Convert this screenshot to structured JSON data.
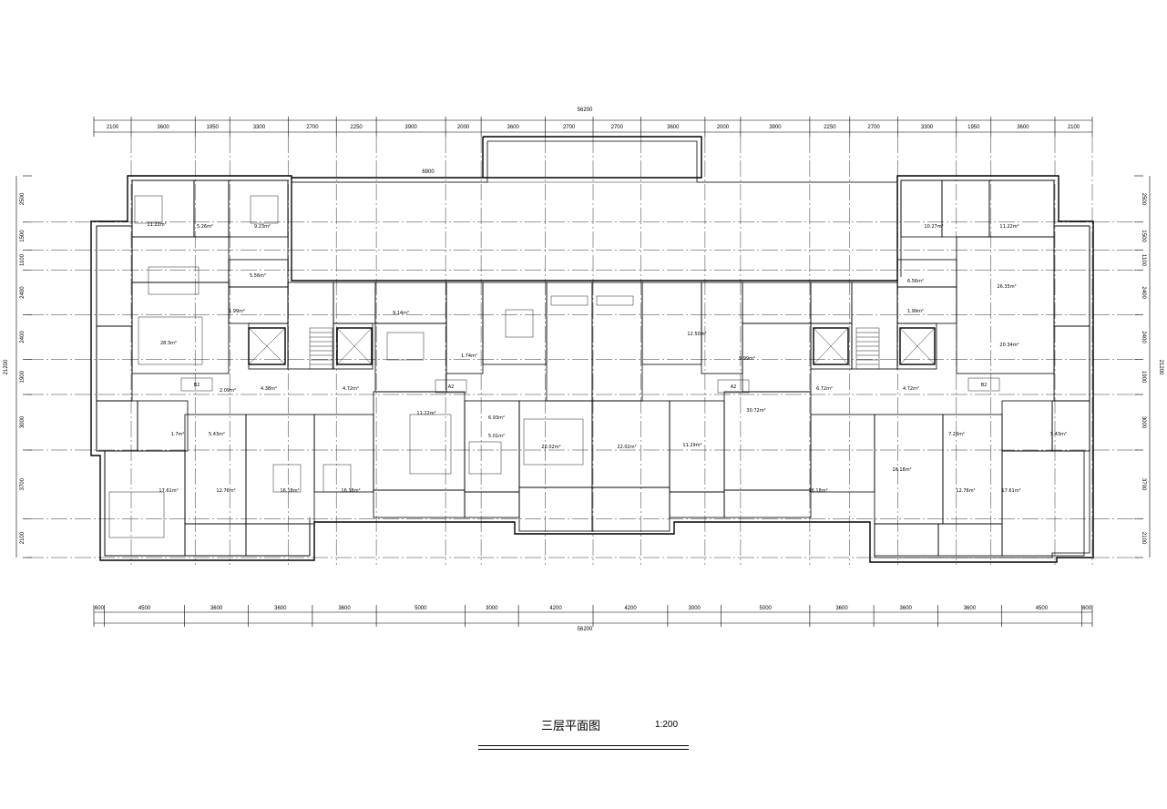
{
  "drawing": {
    "title": "三层平面图",
    "scale": "1:200"
  },
  "dimensions": {
    "overall_top": "56200",
    "overall_bottom": "56200",
    "overall_left": "21200",
    "overall_right": "21200",
    "top_segments": [
      "2100",
      "3600",
      "1950",
      "3300",
      "2700",
      "2250",
      "3900",
      "2000",
      "3600",
      "2700",
      "2700",
      "3600",
      "2000",
      "3900",
      "2250",
      "2700",
      "3300",
      "1950",
      "3600",
      "2100"
    ],
    "bottom_segments": [
      "600",
      "4500",
      "3600",
      "3600",
      "3600",
      "5000",
      "3000",
      "4200",
      "4200",
      "3000",
      "5000",
      "3600",
      "3600",
      "3600",
      "4500",
      "600"
    ],
    "left_segments": [
      "2500",
      "1500",
      "1100",
      "2400",
      "2400",
      "1900",
      "3000",
      "3700",
      "2100"
    ],
    "right_segments": [
      "2500",
      "1500",
      "1100",
      "2400",
      "2400",
      "1900",
      "3000",
      "3700",
      "2100"
    ],
    "court_width": "6900"
  },
  "unit_labels": [
    "B2",
    "A2",
    "A2",
    "B2"
  ],
  "room_areas": [
    "11.22m²",
    "5.26m²",
    "9.23m²",
    "5.56m²",
    "28.3m²",
    "9.14m²",
    "1.99m²",
    "2.09m²",
    "4.38m²",
    "4.72m²",
    "5.43m²",
    "1.7m²",
    "17.61m²",
    "12.76m²",
    "16.18m²",
    "16.18m²",
    "11.22m²",
    "6.93m²",
    "5.01m²",
    "1.74m²",
    "22.02m²",
    "22.02m²",
    "11.29m²",
    "12.50m²",
    "30.72m²",
    "9.99m²",
    "6.72m²",
    "4.72m²",
    "16.18m²",
    "16.18m²",
    "12.76m²",
    "17.61m²",
    "10.27m²",
    "11.22m²",
    "26.35m²",
    "20.34m²",
    "6.56m²",
    "1.99m²",
    "7.23m²",
    "5.43m²"
  ]
}
